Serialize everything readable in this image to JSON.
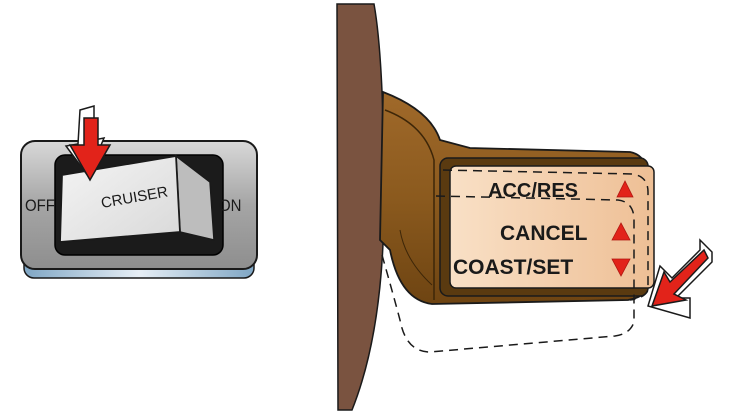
{
  "switch": {
    "off_label": "OFF",
    "on_label": "ON",
    "rocker_label": "CRUISER"
  },
  "stalk": {
    "acc_res_label": "ACC/RES",
    "cancel_label": "CANCEL",
    "coast_set_label": "COAST/SET"
  },
  "colors": {
    "arrow_red": "#e2231a",
    "stalk_brown": "#8b5a1e",
    "panel_peach": "#f3cba6",
    "column_brown": "#7a5340",
    "switch_gray": "#a9a9a9"
  }
}
